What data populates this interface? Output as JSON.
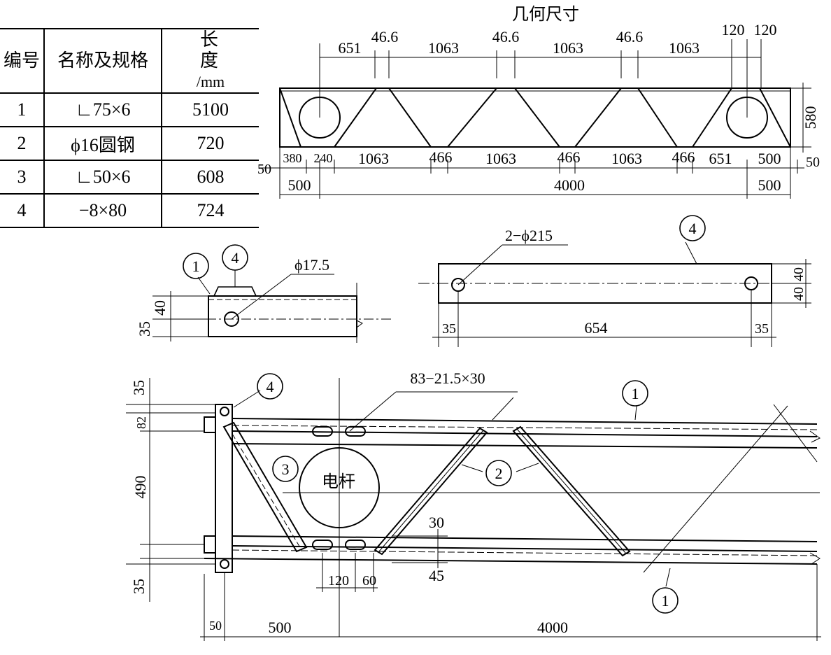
{
  "table": {
    "headers": {
      "no": "编号",
      "name": "名称及规格",
      "length": "长　度",
      "unit": "/mm"
    },
    "rows": [
      {
        "no": "1",
        "name": "∟75×6",
        "length": "5100"
      },
      {
        "no": "2",
        "name": "ϕ16圆钢",
        "length": "720"
      },
      {
        "no": "3",
        "name": "∟50×6",
        "length": "608"
      },
      {
        "no": "4",
        "name": "−8×80",
        "length": "724"
      }
    ]
  },
  "top_view": {
    "title": "几何尺寸",
    "dims_top": [
      "651",
      "46.6",
      "1063",
      "46.6",
      "1063",
      "46.6",
      "1063",
      "120",
      "120"
    ],
    "dim_height": "580",
    "dims_bottom": [
      "50",
      "380",
      "240",
      "1063",
      "466",
      "1063",
      "466",
      "1063",
      "466",
      "651",
      "500",
      "50"
    ],
    "dims_overall": [
      "500",
      "4000",
      "500"
    ]
  },
  "detail_a": {
    "callouts": [
      "1",
      "4"
    ],
    "hole": "ϕ17.5",
    "dims": [
      "40",
      "35"
    ]
  },
  "plate": {
    "callout": "4",
    "holes": "2−ϕ215",
    "dims": [
      "40",
      "40",
      "35",
      "654",
      "35"
    ]
  },
  "main_view": {
    "slots": "83−21.5×30",
    "pole_label": "电杆",
    "callouts": [
      "4",
      "1",
      "2",
      "3",
      "1"
    ],
    "dims_left": [
      "35",
      "82",
      "490",
      "35"
    ],
    "dims_right": [
      "30",
      "45"
    ],
    "dims_slots": [
      "120",
      "60"
    ],
    "dims_bottom": [
      "50",
      "500",
      "4000"
    ]
  }
}
